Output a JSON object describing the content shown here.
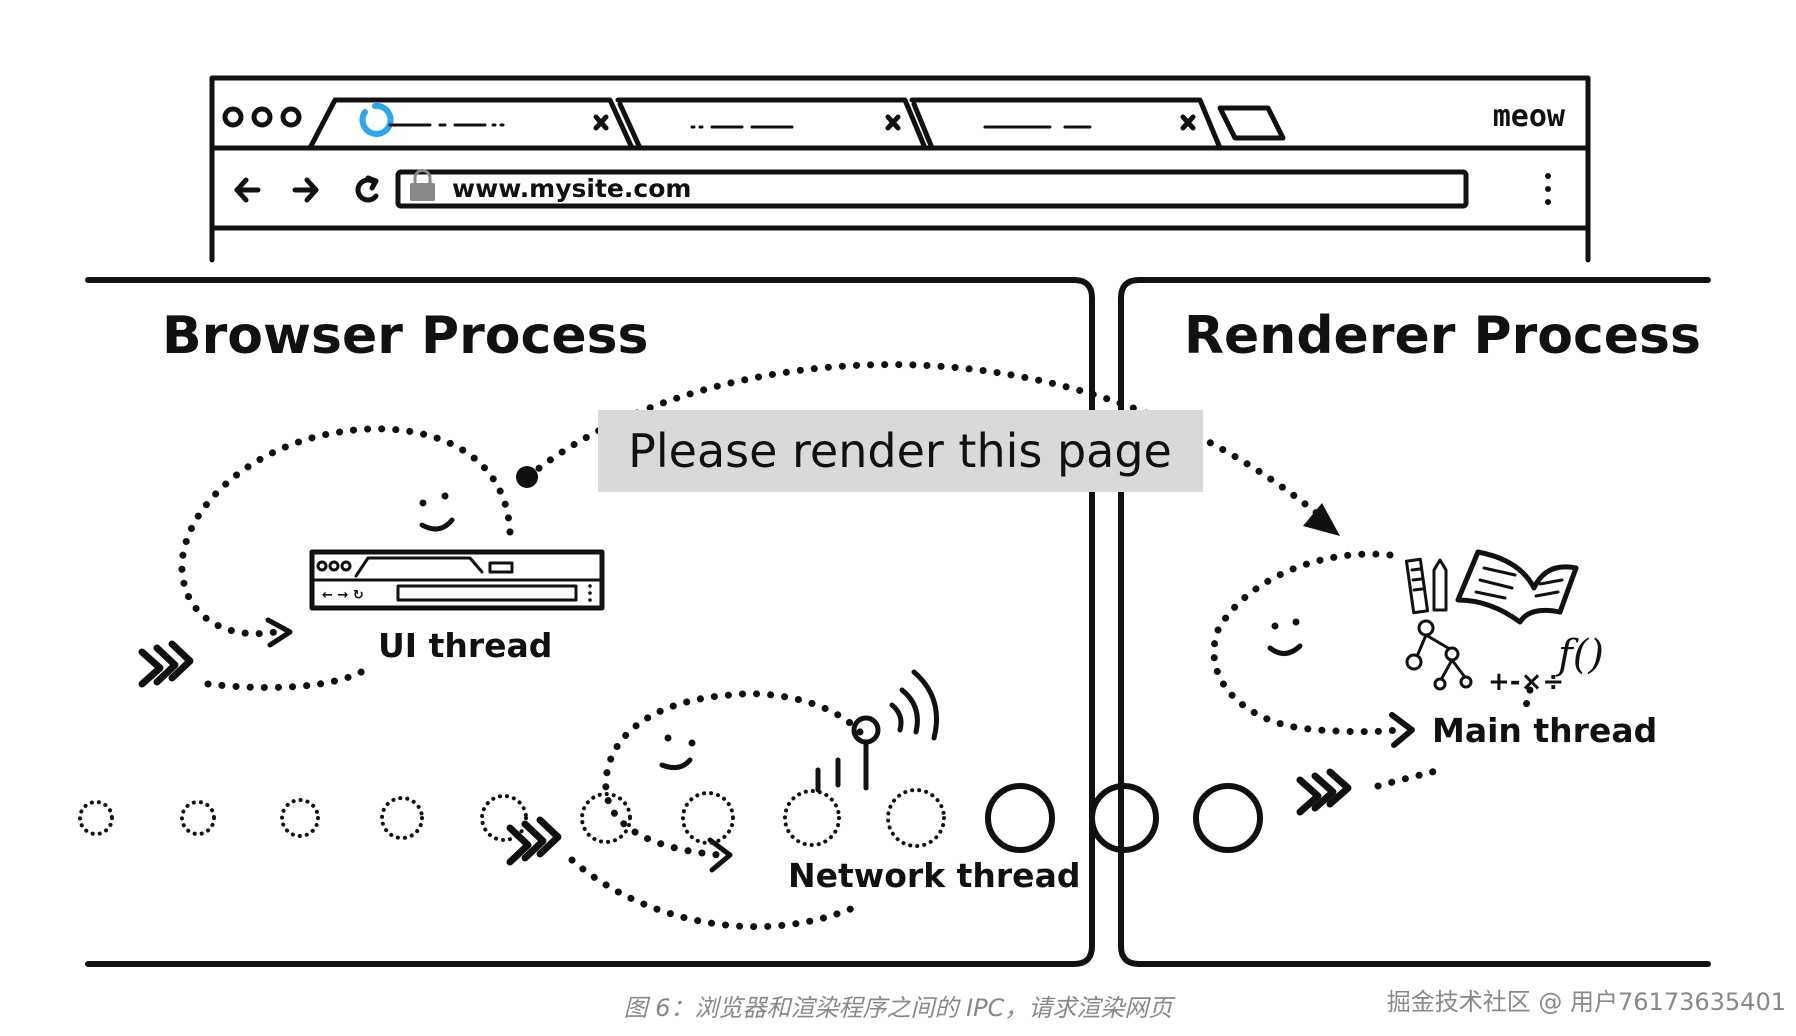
{
  "browser": {
    "brand": "meow",
    "url": "www.mysite.com"
  },
  "processes": {
    "browser_title": "Browser Process",
    "renderer_title": "Renderer Process"
  },
  "threads": {
    "ui": "UI thread",
    "network": "Network thread",
    "main": "Main thread"
  },
  "message": "Please render this page",
  "math_symbols": {
    "ops": "+-×÷",
    "func": "f()"
  },
  "caption": "图 6：浏览器和渲染程序之间的 IPC，请求渲染网页",
  "watermark": "掘金技术社区 @ 用户76173635401",
  "colors": {
    "ink": "#111111",
    "spinner": "#2aa7f0",
    "message_bg": "#d9d9d9",
    "caption": "#888888"
  }
}
